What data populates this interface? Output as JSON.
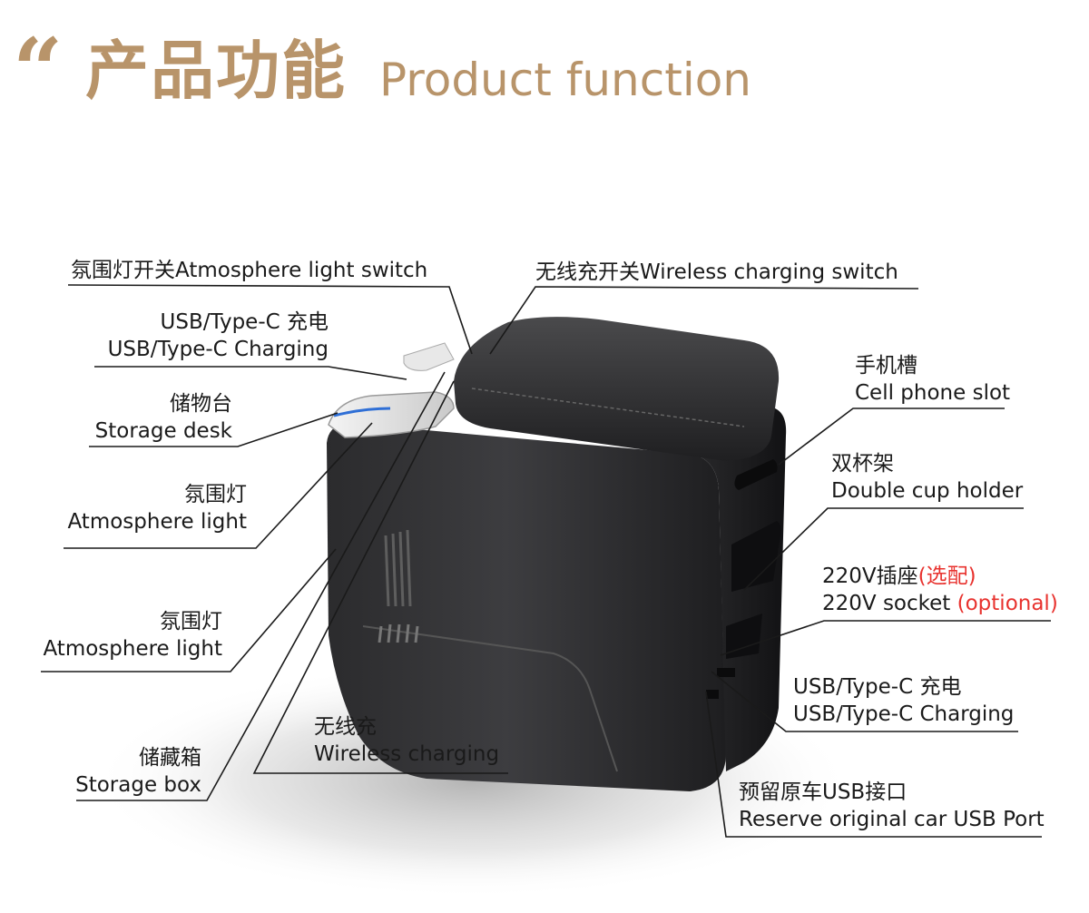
{
  "header": {
    "quote_mark": "“",
    "title_cn": "产品功能",
    "title_en": "Product function"
  },
  "colors": {
    "accent": "#b8946a",
    "optional": "#e8322e",
    "text": "#1a1a1a"
  },
  "callouts": {
    "atmosphere_light_switch": {
      "text": "氛围灯开关Atmosphere light switch"
    },
    "wireless_charging_switch": {
      "text": "无线充开关Wireless charging switch"
    },
    "usb_top": {
      "cn": "USB/Type-C 充电",
      "en": "USB/Type-C Charging"
    },
    "storage_desk": {
      "cn": "储物台",
      "en": "Storage desk"
    },
    "atmosphere_light_1": {
      "cn": "氛围灯",
      "en": "Atmosphere light"
    },
    "atmosphere_light_2": {
      "cn": "氛围灯",
      "en": "Atmosphere light"
    },
    "storage_box": {
      "cn": "储藏箱",
      "en": "Storage box"
    },
    "wireless_charging": {
      "cn": "无线充",
      "en": "Wireless charging"
    },
    "phone_slot": {
      "cn": "手机槽",
      "en": "Cell phone slot"
    },
    "cup_holder": {
      "cn": "双杯架",
      "en": "Double cup holder"
    },
    "socket": {
      "cn": "220V插座",
      "cn_opt": "(选配)",
      "en": "220V socket",
      "en_opt": "(optional)"
    },
    "usb_right": {
      "cn": "USB/Type-C 充电",
      "en": "USB/Type-C Charging"
    },
    "usb_port": {
      "cn": "预留原车USB接口",
      "en": "Reserve original car USB Port"
    }
  }
}
